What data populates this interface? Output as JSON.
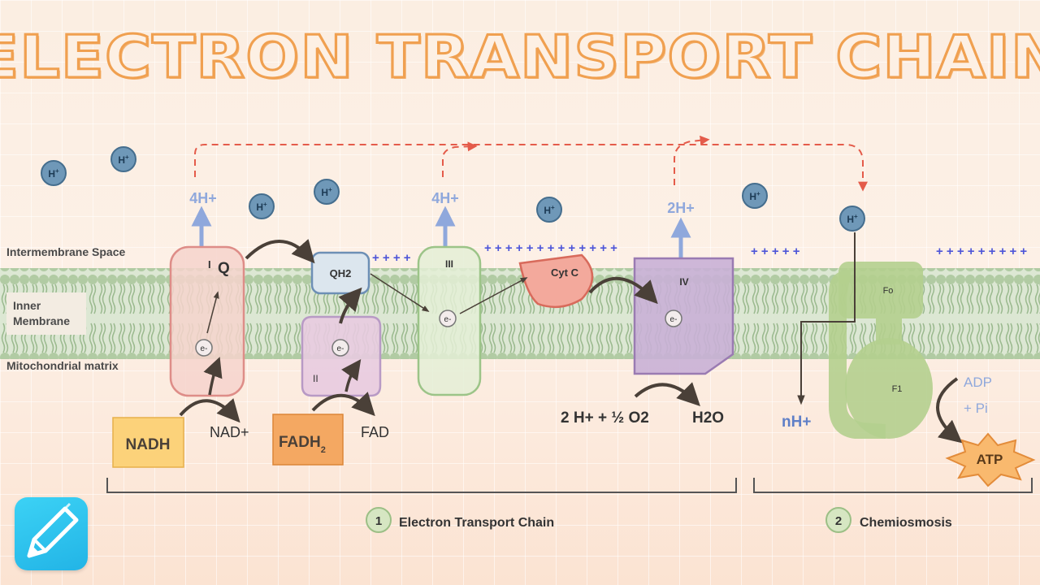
{
  "title": "ELECTRON TRANSPORT CHAIN",
  "regions": {
    "intermembrane": "Intermembrane Space",
    "inner_line1": "Inner",
    "inner_line2": "Membrane",
    "matrix": "Mitochondrial matrix"
  },
  "proton_symbol": "H",
  "proton_charge": "+",
  "electron": "e-",
  "complexes": {
    "c1": {
      "numeral": "I",
      "cofactor": "Q"
    },
    "qh2": "QH2",
    "c2": "II",
    "c3": "III",
    "cytc": "Cyt C",
    "c4": "IV",
    "fo": "Fo",
    "f1": "F1"
  },
  "pumps": {
    "c1": "4H+",
    "c3": "4H+",
    "c4": "2H+"
  },
  "plus_signs": {
    "a": "+ + + +",
    "b": "+ + + + + + + + + + + + +",
    "c": "+ + + + +",
    "d": "+ + + + + + + + +"
  },
  "substrates": {
    "nadh": "NADH",
    "nad": "NAD+",
    "fadh2": "FADH",
    "fadh2_sub": "2",
    "fad": "FAD"
  },
  "oxygen_reaction": {
    "left": "2 H+ + ½ O2",
    "right": "H2O"
  },
  "synthase": {
    "nh": "nH+",
    "adp": "ADP",
    "pi": "+ Pi",
    "atp": "ATP"
  },
  "sections": {
    "s1_num": "1",
    "s1_label": "Electron Transport Chain",
    "s2_num": "2",
    "s2_label": "Chemiosmosis"
  },
  "logo_icon": "pencil-icon",
  "colors": {
    "title_stroke": "#f0a050",
    "membrane": "#c9dcc2",
    "proton_fill": "#6f98b8",
    "pump_arrow": "#8fa8dc",
    "dashed_arrow": "#e45b4a",
    "plus": "#4d55d8",
    "nadh": "#fcd27a",
    "fadh2": "#f4a862",
    "atp": "#f9b96e"
  }
}
